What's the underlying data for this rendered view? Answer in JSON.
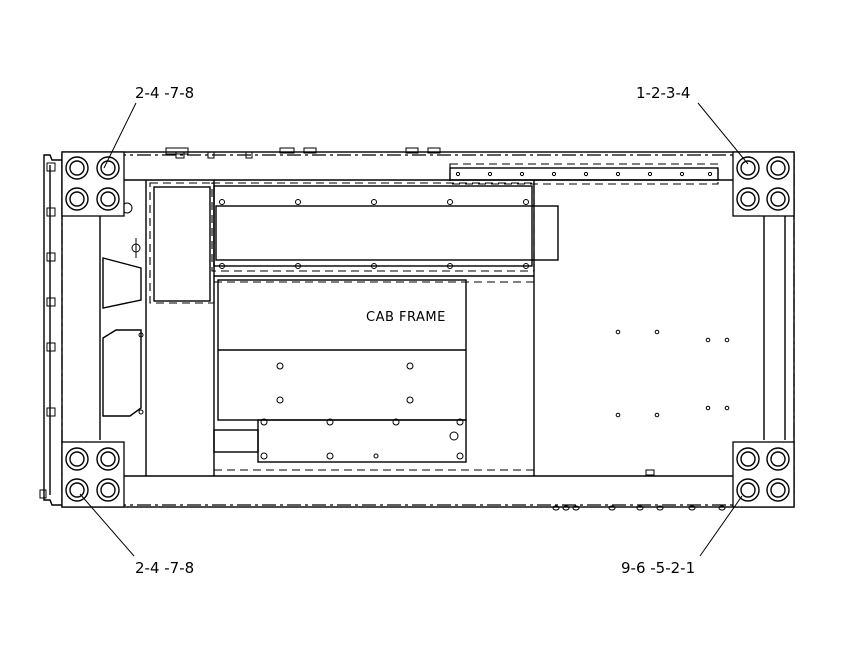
{
  "callouts": {
    "top_left": "2-4 -7-8",
    "top_right": "1-2-3-4",
    "bottom_left": "2-4 -7-8",
    "bottom_right": "9-6 -5-2-1"
  },
  "labels": {
    "cab_frame": "CAB FRAME"
  }
}
